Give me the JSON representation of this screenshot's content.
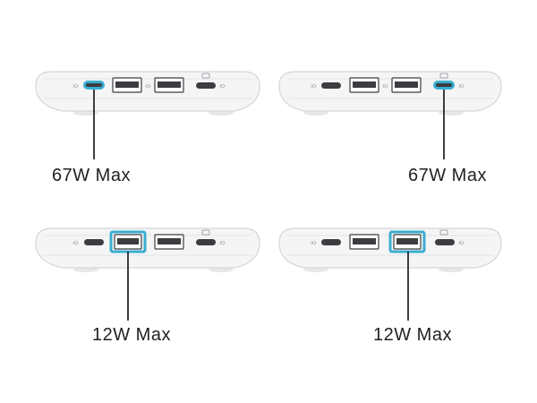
{
  "colors": {
    "highlight": "#3aaed1",
    "body": "#f4f4f4",
    "outline": "#d6d8db",
    "port": "#3b3d40",
    "line": "#111111"
  },
  "icons": {
    "port_mark": "iq-icon",
    "indicator": "led-indicator-icon"
  },
  "port_marks": {
    "usb_c": "·IQ·"
  },
  "panels": [
    {
      "label": "67W Max",
      "highlighted_port": "usb-c-port-1"
    },
    {
      "label": "67W Max",
      "highlighted_port": "usb-c-port-2"
    },
    {
      "label": "12W Max",
      "highlighted_port": "usb-a-port-1"
    },
    {
      "label": "12W Max",
      "highlighted_port": "usb-a-port-2"
    }
  ]
}
